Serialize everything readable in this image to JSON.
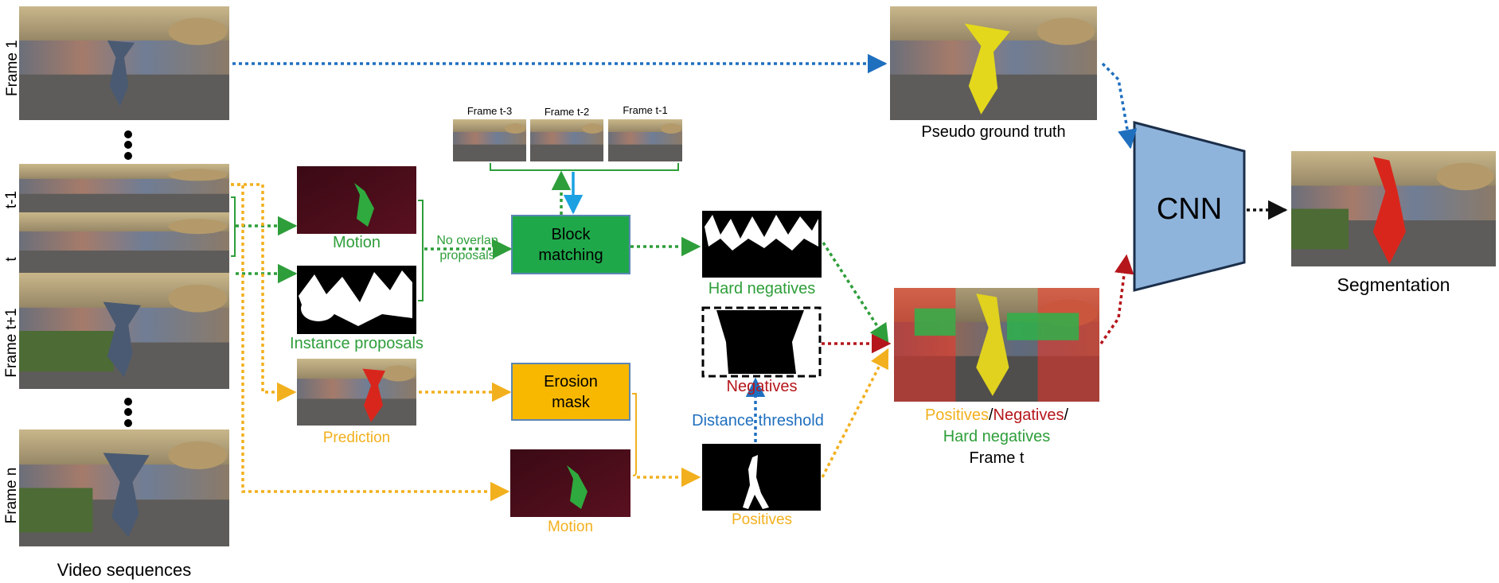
{
  "labels": {
    "frame_1": "Frame 1",
    "t_minus_1": "t-1",
    "t": "t",
    "frame_t_plus_1": "Frame t+1",
    "frame_n": "Frame n",
    "video_sequences": "Video sequences",
    "motion": "Motion",
    "instance_proposals": "Instance proposals",
    "prediction": "Prediction",
    "no_overlap_1": "No overlap",
    "no_overlap_2": "proposals",
    "frame_t_3": "Frame t-3",
    "frame_t_2": "Frame t-2",
    "frame_t_1": "Frame t-1",
    "block_matching_1": "Block",
    "block_matching_2": "matching",
    "erosion_mask_1": "Erosion",
    "erosion_mask_2": "mask",
    "hard_negatives": "Hard negatives",
    "negatives": "Negatives",
    "distance_threshold": "Distance  threshold",
    "positives": "Positives",
    "slash": "/",
    "pseudo_ground_truth": "Pseudo ground truth",
    "frame_t": "Frame t",
    "cnn": "CNN",
    "segmentation": "Segmentation"
  },
  "colors": {
    "green": "#2e9e3a",
    "yellow": "#f2b01e",
    "red": "#b5161b",
    "blue": "#1f6fbf",
    "cnn_fill": "#8fb4dc",
    "block_matching_fill": "#1fa84a",
    "erosion_mask_fill": "#f8b800"
  }
}
